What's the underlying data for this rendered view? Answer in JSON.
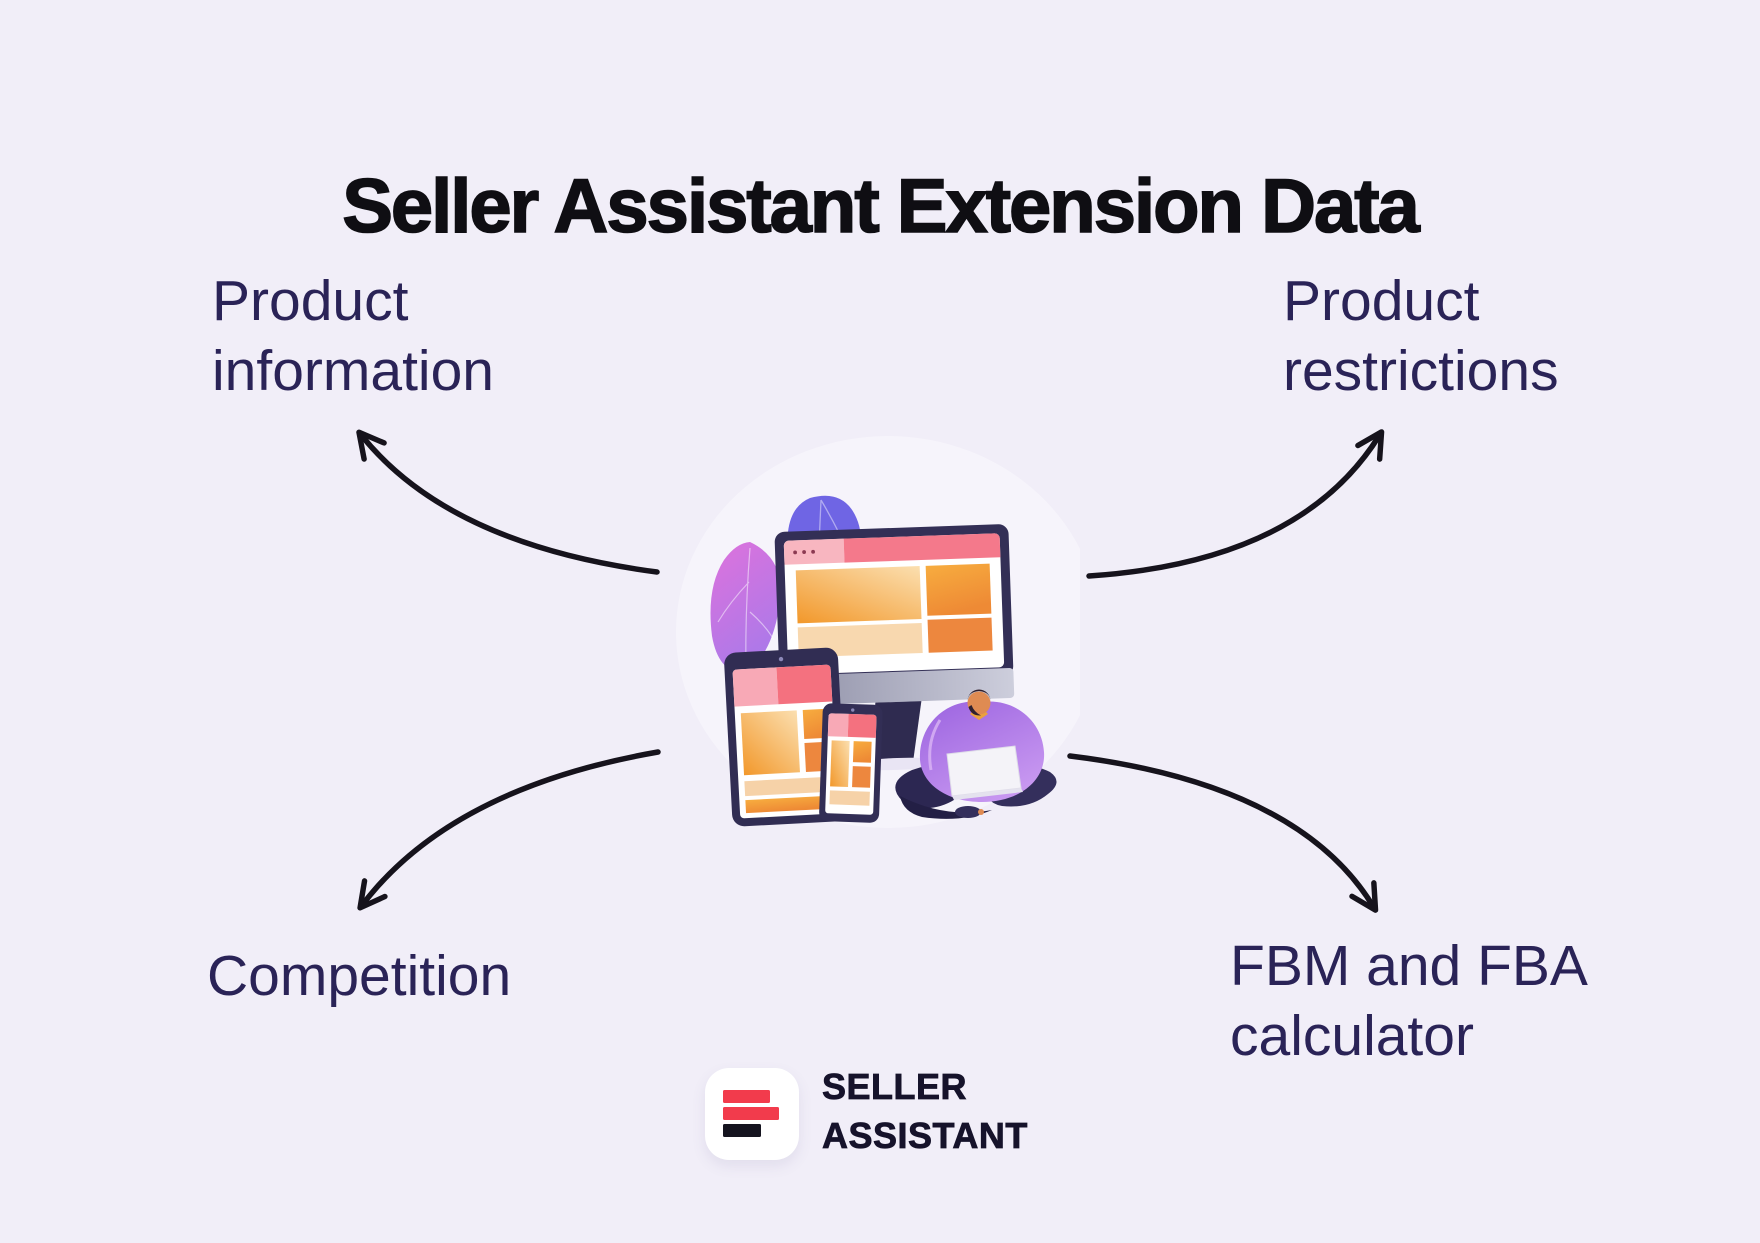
{
  "title": "Seller Assistant Extension Data",
  "labels": {
    "top_left": {
      "line1": "Product",
      "line2": "information"
    },
    "top_right": {
      "line1": "Product",
      "line2": "restrictions"
    },
    "bottom_left": {
      "line1": "Competition"
    },
    "bottom_right": {
      "line1": "FBM and FBA",
      "line2": "calculator"
    }
  },
  "brand": {
    "name_line1": "SELLER",
    "name_line2": "ASSISTANT"
  },
  "icons": {
    "logo": "seller-assistant-logo-icon",
    "arrow": "curved-arrow-icon",
    "illustration": "responsive-devices-illustration"
  },
  "colors": {
    "background": "#F1EEF8",
    "title_text": "#0F0E13",
    "label_text": "#2A2357",
    "arrow": "#16131C",
    "logo_red": "#F23B4C",
    "logo_dark": "#15141F"
  }
}
